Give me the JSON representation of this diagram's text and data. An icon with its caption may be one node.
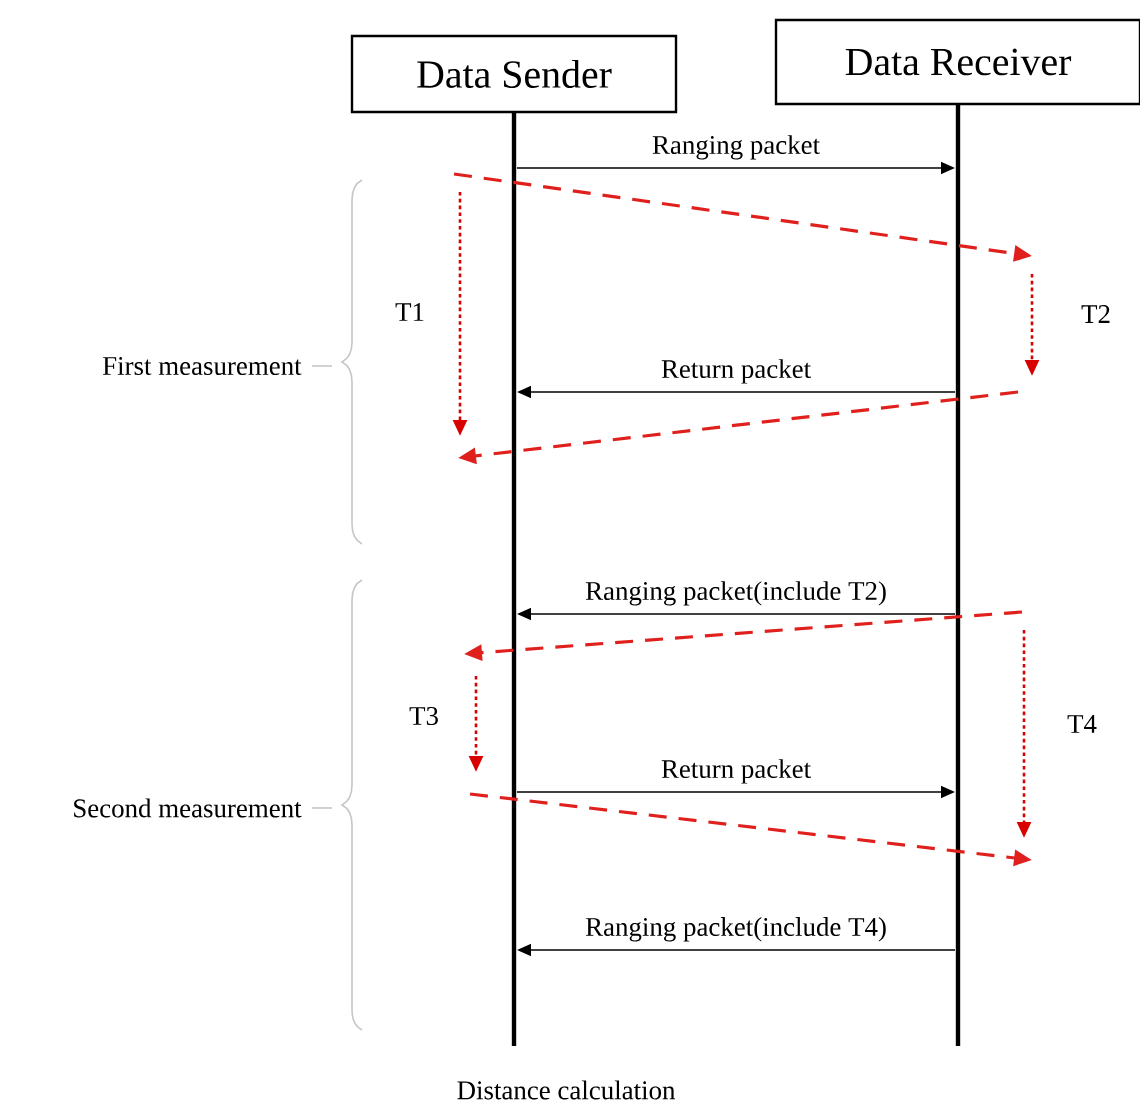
{
  "diagram": {
    "nodes": [
      {
        "text": [
          "Data Sender"
        ]
      },
      {
        "text": [
          "Data Receiver"
        ]
      }
    ],
    "edges": [
      {
        "from": 0,
        "to": 1,
        "arrow": "to",
        "label": "Ranging packet"
      },
      {
        "from": 1,
        "to": 0,
        "arrow": "to",
        "label": "Return packet"
      },
      {
        "from": 1,
        "to": 0,
        "arrow": "to",
        "label": "Ranging packet(include T2)"
      },
      {
        "from": 0,
        "to": 1,
        "arrow": "to",
        "label": "Return packet"
      },
      {
        "from": 1,
        "to": 0,
        "arrow": "to",
        "label": "Ranging packet(include T4)"
      },
      {
        "from": 0,
        "to": 1,
        "arrow": "to",
        "style": "dashed",
        "color": "#e0201c"
      },
      {
        "from": 1,
        "to": 0,
        "arrow": "to",
        "style": "dashed",
        "color": "#e0201c"
      },
      {
        "from": 1,
        "to": 0,
        "arrow": "to",
        "style": "dashed",
        "color": "#e0201c"
      },
      {
        "from": 0,
        "to": 1,
        "arrow": "to",
        "style": "dashed",
        "color": "#e0201c"
      }
    ],
    "labels": [
      "T1",
      "T2",
      "First measurement",
      "T3",
      "T4",
      "Second measurement",
      "Distance calculation"
    ]
  }
}
